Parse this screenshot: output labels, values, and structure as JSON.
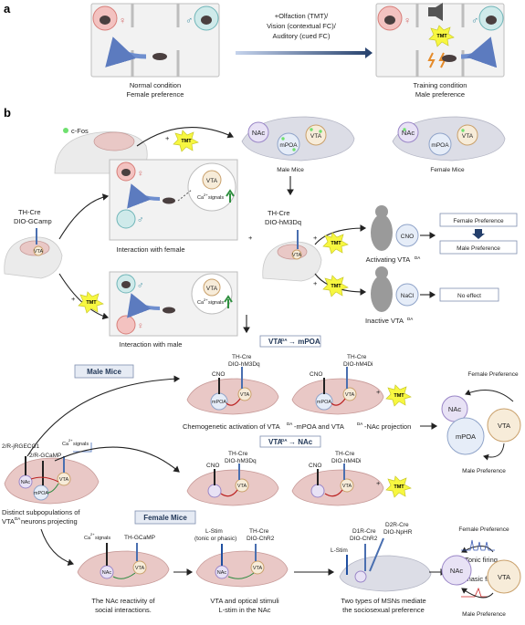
{
  "panel_a": {
    "label": "a",
    "stimulus_line1": "+Olfaction (TMT)/",
    "stimulus_line2": "Vision (contextual FC)/",
    "stimulus_line3": "Auditory (cued FC)",
    "normal_line1": "Normal condition",
    "normal_line2": "Female preference",
    "training_line1": "Training condition",
    "training_line2": "Male preference",
    "female_symbol": "♀",
    "male_symbol": "♂",
    "tmt": "TMT"
  },
  "panel_b": {
    "label": "b",
    "cfos": "c-Fos",
    "plus": "+",
    "tmt": "TMT",
    "nac": "NAc",
    "mpoa": "mPOA",
    "vta": "VTA",
    "male_mice": "Male Mice",
    "female_mice": "Female Mice",
    "th_cre": "TH-Cre",
    "dio_gcamp": "DIO-GCamp",
    "dio_hm3dq": "DIO-hM3Dq",
    "dio_hm4di": "DIO-hM4Di",
    "ca_signals_pre": "Ca",
    "ca_signals_sup": "2+",
    "ca_signals_post": " signals",
    "interaction_female": "Interaction with female",
    "interaction_male": "Interaction with male",
    "cno": "CNO",
    "nacl": "NaCl",
    "activating": "Activating VTA",
    "inactive": "Inactive VTA",
    "da": "DA",
    "female_preference": "Female Preference",
    "male_preference": "Male Preference",
    "no_effect": "No effect",
    "vta_mpoa": "VTA",
    "vta_mpoa_rest": " → mPOA",
    "vta_nac_rest": " → NAc",
    "male_mice_box": "Male Mice",
    "female_mice_box": "Female Mice",
    "chemogenetic": "Chemogenetic activation of VTA",
    "chemogenetic_mid": "-mPOA  and  VTA",
    "chemogenetic_end": "-NAc projection",
    "jrgeco": "2/R-jRGECO1",
    "gcamp2": "2/R-GCaMP",
    "distinct_line1": "Distinct subpopulations of",
    "distinct_line2": "VTA",
    "distinct_line2_end": " neurons projecting",
    "th_gcamp": "TH-GCaMP",
    "lstim": "L-Stim",
    "tonic_phasic": "(tonic or phasic)",
    "dio_chr2": "DIO-ChR2",
    "d1r_cre": "D1R-Cre",
    "d2r_cre": "D2R-Cre",
    "d1_chr2": "DIO-ChR2",
    "d2_nphr": "DIO-NpHR",
    "nac_reactivity_line1": "The NAc reactivity of",
    "nac_reactivity_line2": "social interactions.",
    "vta_optical_line1": "VTA and optical stimuli",
    "vta_optical_line2": "L-stim in the NAc",
    "two_types_line1": "Two types of MSNs  mediate",
    "two_types_line2": "the sociosexual preference",
    "tonic_firing": "Tonic firing",
    "phasic_firing": "Phasic firing"
  }
}
